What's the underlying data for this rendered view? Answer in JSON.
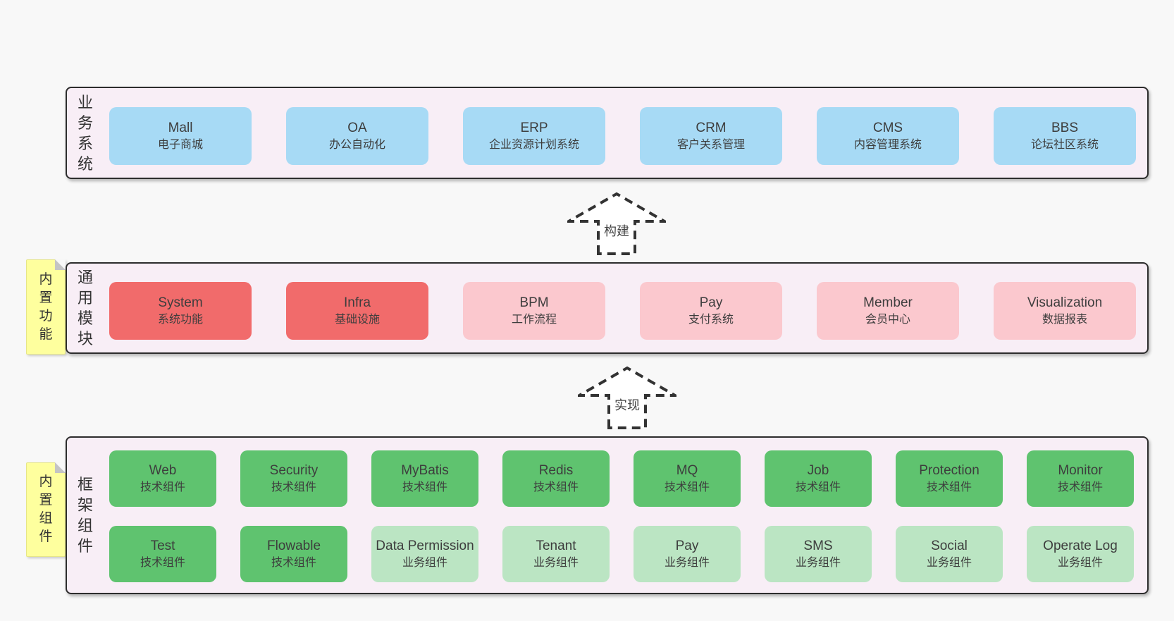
{
  "sections": {
    "business": {
      "label": "业务系统",
      "boxes": [
        {
          "name": "Mall",
          "desc": "电子商城",
          "variant": "blue"
        },
        {
          "name": "OA",
          "desc": "办公自动化",
          "variant": "blue"
        },
        {
          "name": "ERP",
          "desc": "企业资源计划系统",
          "variant": "blue"
        },
        {
          "name": "CRM",
          "desc": "客户关系管理",
          "variant": "blue"
        },
        {
          "name": "CMS",
          "desc": "内容管理系统",
          "variant": "blue"
        },
        {
          "name": "BBS",
          "desc": "论坛社区系统",
          "variant": "blue"
        }
      ]
    },
    "common": {
      "label": "通用模块",
      "sticky": "内置功能",
      "boxes": [
        {
          "name": "System",
          "desc": "系统功能",
          "variant": "red"
        },
        {
          "name": "Infra",
          "desc": "基础设施",
          "variant": "red"
        },
        {
          "name": "BPM",
          "desc": "工作流程",
          "variant": "pink"
        },
        {
          "name": "Pay",
          "desc": "支付系统",
          "variant": "pink"
        },
        {
          "name": "Member",
          "desc": "会员中心",
          "variant": "pink"
        },
        {
          "name": "Visualization",
          "desc": "数据报表",
          "variant": "pink"
        }
      ]
    },
    "framework": {
      "label": "框架组件",
      "sticky": "内置组件",
      "row1": [
        {
          "name": "Web",
          "desc": "技术组件",
          "variant": "green"
        },
        {
          "name": "Security",
          "desc": "技术组件",
          "variant": "green"
        },
        {
          "name": "MyBatis",
          "desc": "技术组件",
          "variant": "green"
        },
        {
          "name": "Redis",
          "desc": "技术组件",
          "variant": "green"
        },
        {
          "name": "MQ",
          "desc": "技术组件",
          "variant": "green"
        },
        {
          "name": "Job",
          "desc": "技术组件",
          "variant": "green"
        },
        {
          "name": "Protection",
          "desc": "技术组件",
          "variant": "green"
        },
        {
          "name": "Monitor",
          "desc": "技术组件",
          "variant": "green"
        }
      ],
      "row2": [
        {
          "name": "Test",
          "desc": "技术组件",
          "variant": "green"
        },
        {
          "name": "Flowable",
          "desc": "技术组件",
          "variant": "green"
        },
        {
          "name": "Data Permission",
          "desc": "业务组件",
          "variant": "green-light"
        },
        {
          "name": "Tenant",
          "desc": "业务组件",
          "variant": "green-light"
        },
        {
          "name": "Pay",
          "desc": "业务组件",
          "variant": "green-light"
        },
        {
          "name": "SMS",
          "desc": "业务组件",
          "variant": "green-light"
        },
        {
          "name": "Social",
          "desc": "业务组件",
          "variant": "green-light"
        },
        {
          "name": "Operate Log",
          "desc": "业务组件",
          "variant": "green-light"
        }
      ]
    }
  },
  "arrows": {
    "build": "构建",
    "implement": "实现"
  },
  "colors": {
    "page_bg": "#f8f8f8",
    "container_bg": "#f8eef6",
    "outline": "#2d2d2d",
    "business_box_blue": "#a7daf5",
    "core_module_red": "#f16b6b",
    "module_pink": "#fbc8ce",
    "tech_component_green": "#5fc36f",
    "biz_component_green_light": "#bbe5c3",
    "sticky_note_yellow": "#feff9e"
  }
}
